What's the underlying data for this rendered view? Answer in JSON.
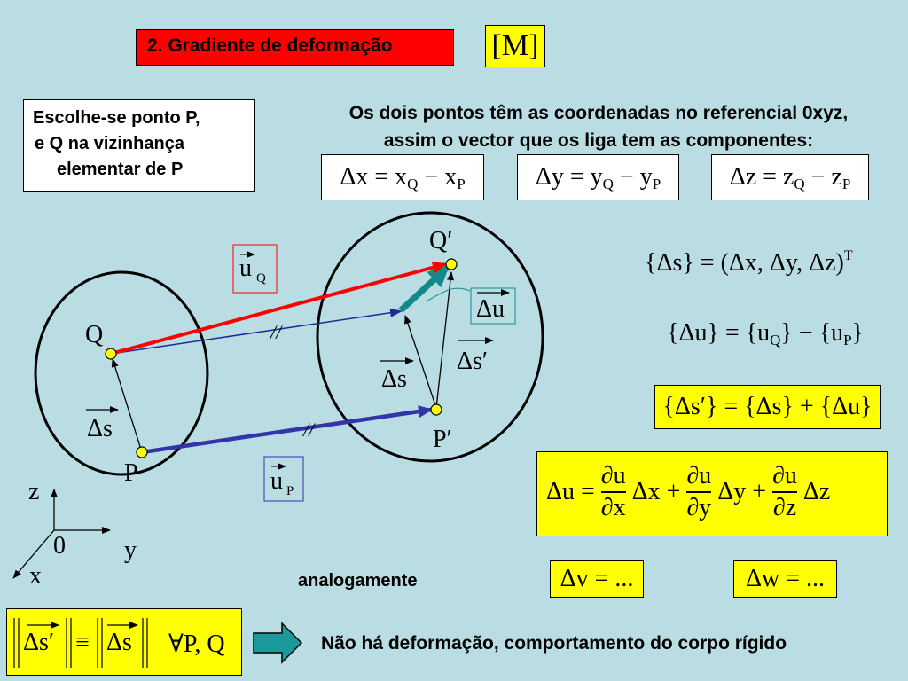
{
  "title": "2. Gradiente de deformação",
  "matrix_symbol": "[M]",
  "choose_text": [
    "Escolhe-se ponto P,",
    "e Q na vizinhança",
    "elementar de P"
  ],
  "intro_text": [
    "Os dois pontos têm as coordenadas no referencial 0xyz,",
    "assim o vector que os liga tem as componentes:"
  ],
  "components": {
    "dx": {
      "lhs": "Δx = x",
      "a": "Q",
      "mid": " − x",
      "b": "P"
    },
    "dy": {
      "lhs": "Δy = y",
      "a": "Q",
      "mid": " − y",
      "b": "P"
    },
    "dz": {
      "lhs": "Δz = z",
      "a": "Q",
      "mid": " − z",
      "b": "P"
    }
  },
  "diagram": {
    "label_Q": "Q",
    "label_P": "P",
    "label_Qp": "Q′",
    "label_Pp": "P′",
    "label_ds": "Δs",
    "label_dsp": "Δs′",
    "label_du": "Δu",
    "label_uQ": "u",
    "label_uQ_sub": "Q",
    "label_uP": "u",
    "label_uP_sub": "P",
    "parallel_mark": "//",
    "axis_z": "z",
    "axis_y": "y",
    "axis_x": "x",
    "origin": "0",
    "colors": {
      "red_arrow": "#ff0000",
      "blue_arrow": "#3333aa",
      "teal_arrow": "#138a8a",
      "thin_line": "#1f2a9a",
      "point_fill": "#ffff00"
    }
  },
  "eq_s": {
    "a": "{Δs} = (Δx, Δy, Δz)",
    "sup": "T"
  },
  "eq_u": {
    "a": "{Δu} = {u",
    "s1": "Q",
    "b": "} − {u",
    "s2": "P",
    "c": "}"
  },
  "eq_sp": "{Δs′} = {Δs} + {Δu}",
  "eq_grad": {
    "lhs": "Δu =",
    "num": "∂u",
    "d1": "∂x",
    "t1": "Δx +",
    "d2": "∂y",
    "t2": "Δy +",
    "d3": "∂z",
    "t3": "Δz"
  },
  "analog_text": "analogamente",
  "eq_v": "Δv = ...",
  "eq_w": "Δw = ...",
  "eq_norm": {
    "a": "Δs′",
    "eq": "≡",
    "b": "Δs",
    "forall": "∀P, Q"
  },
  "conclusion_text": "Não há deformação, comportamento do corpo rígido"
}
